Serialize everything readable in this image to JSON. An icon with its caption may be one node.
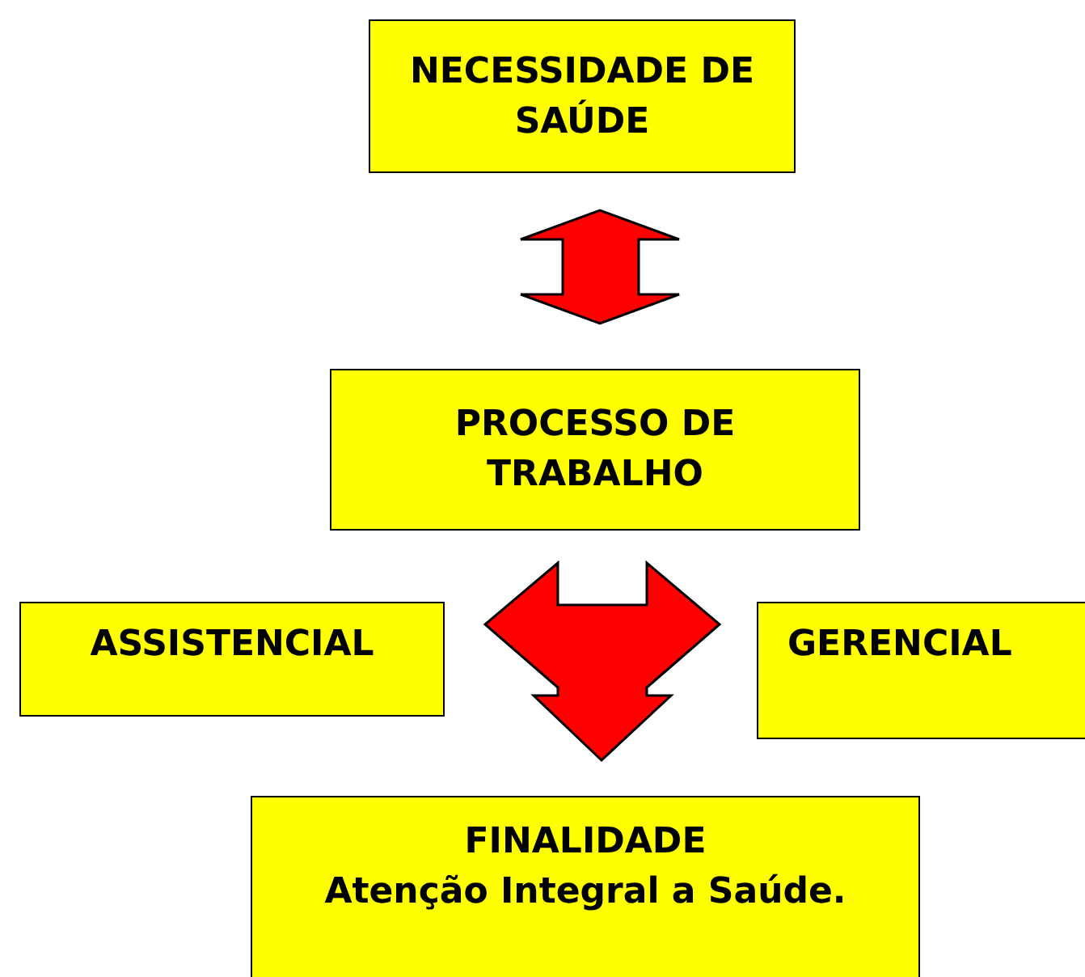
{
  "diagram": {
    "nodes": [
      {
        "text": [
          "NECESSIDADE DE SAÚDE"
        ]
      },
      {
        "text": [
          "PROCESSO DE TRABALHO"
        ]
      },
      {
        "text": [
          "ASSISTENCIAL"
        ]
      },
      {
        "text": [
          "GERENCIAL"
        ]
      },
      {
        "text": [
          "FINALIDADE",
          "Atenção Integral a Saúde."
        ]
      }
    ],
    "edges": [
      {
        "from": 0,
        "to": 1,
        "arrow": "both"
      },
      {
        "from": 1,
        "to": 2,
        "arrow": "to"
      },
      {
        "from": 1,
        "to": 3,
        "arrow": "to"
      },
      {
        "from": 1,
        "to": 4,
        "arrow": "to"
      }
    ]
  }
}
